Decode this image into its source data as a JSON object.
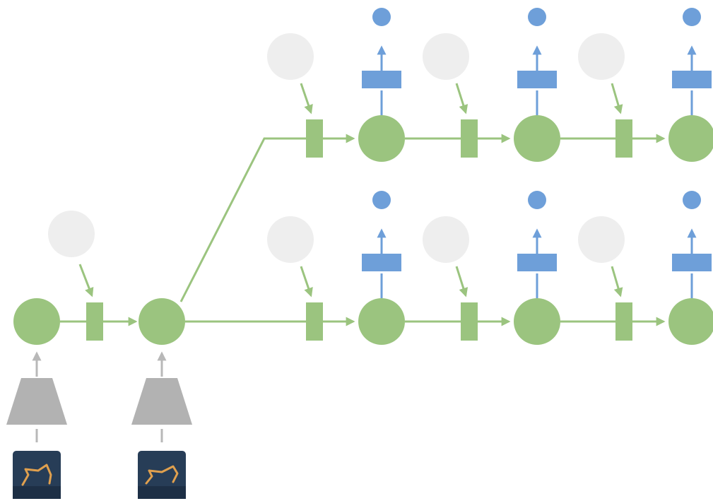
{
  "colors": {
    "background": "#ffffff",
    "state_green": "#9bc47f",
    "edge_green": "#9bc47f",
    "latent_gray": "#eeeeee",
    "output_blue": "#6e9fd9",
    "encoder_gray": "#b2b2b2",
    "encoder_arrow_gray": "#b8b8b8",
    "frame_dark": "#273d57",
    "frame_orange": "#e0a04e"
  },
  "diagram": {
    "type": "stochastic-latent-rollout",
    "observed_frames": [
      {
        "id": "frame-1",
        "icon": "walker-frame-icon"
      },
      {
        "id": "frame-2",
        "icon": "walker-frame-icon"
      }
    ],
    "encoders": [
      {
        "id": "encoder-1",
        "shape": "trapezoid"
      },
      {
        "id": "encoder-2",
        "shape": "trapezoid"
      }
    ],
    "context_states": [
      "state-1",
      "state-2"
    ],
    "branches": [
      {
        "id": "branch-top",
        "steps": 3,
        "predicts_output_each_step": true
      },
      {
        "id": "branch-bottom",
        "steps": 3,
        "predicts_output_each_step": true
      }
    ]
  }
}
